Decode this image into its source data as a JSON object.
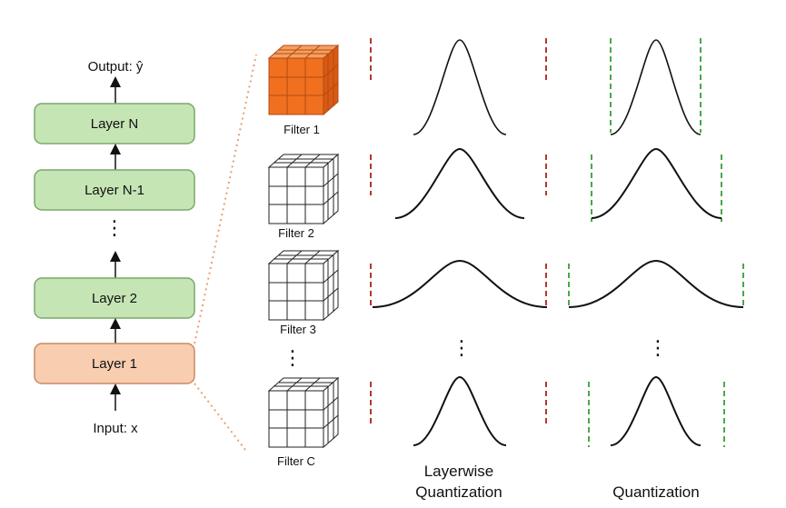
{
  "network": {
    "output_label": "Output: ŷ",
    "input_label": "Input: x",
    "layers": [
      "Layer N",
      "Layer N-1",
      "Layer 2",
      "Layer 1"
    ],
    "ellipsis": "⋮",
    "highlight_color": "#f8cdb0",
    "layer_color": "#c6e5b5"
  },
  "filters": {
    "labels": [
      "Filter 1",
      "Filter 2",
      "Filter 3",
      "Filter C"
    ],
    "ellipsis": "⋮",
    "highlight_color": "#f07020"
  },
  "columns": {
    "layerwise_line1": "Layerwise",
    "layerwise_line2": "Quantization",
    "channelwise_line2": "Quantization",
    "ellipsis": "⋮",
    "layerwise_bound_color": "#b03a2e",
    "channelwise_bound_color": "#4aa84a"
  }
}
